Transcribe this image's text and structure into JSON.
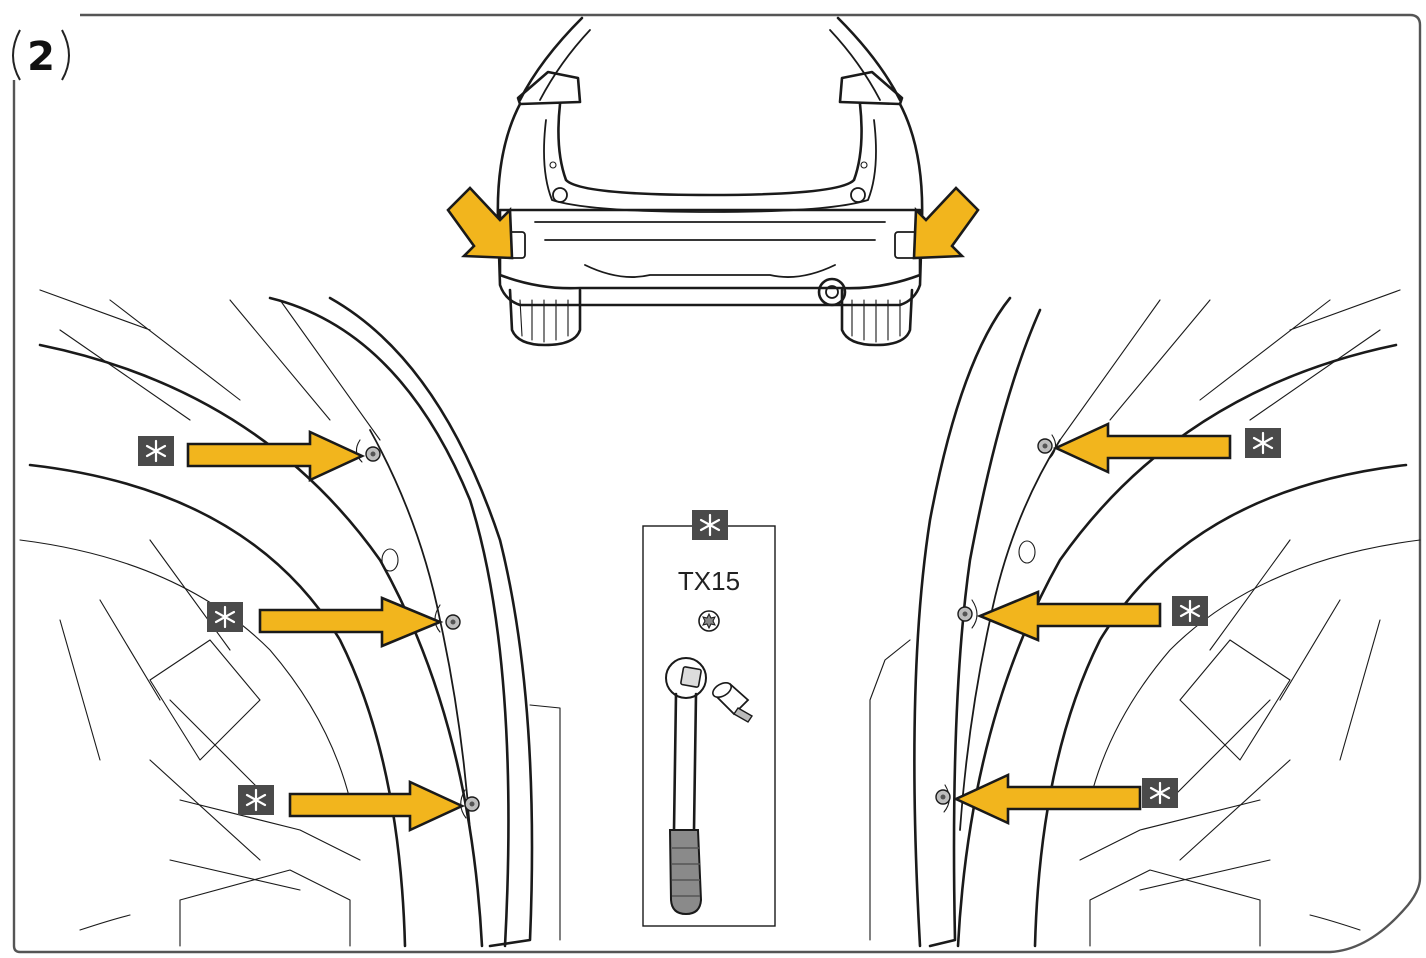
{
  "step": {
    "number": "2"
  },
  "tool": {
    "label": "TX15"
  },
  "colors": {
    "arrow": "#f2b51d",
    "badge": "#4a4a4a",
    "frame": "#555555",
    "line": "#1a1a1a"
  },
  "icons": {
    "badge": "asterisk-icon",
    "torx": "torx-bit-icon",
    "wrench": "ratchet-wrench-icon",
    "socket": "torx-socket-icon"
  },
  "callouts": {
    "left": [
      "screw-upper",
      "screw-middle",
      "screw-lower"
    ],
    "right": [
      "screw-upper",
      "screw-middle",
      "screw-lower"
    ]
  }
}
